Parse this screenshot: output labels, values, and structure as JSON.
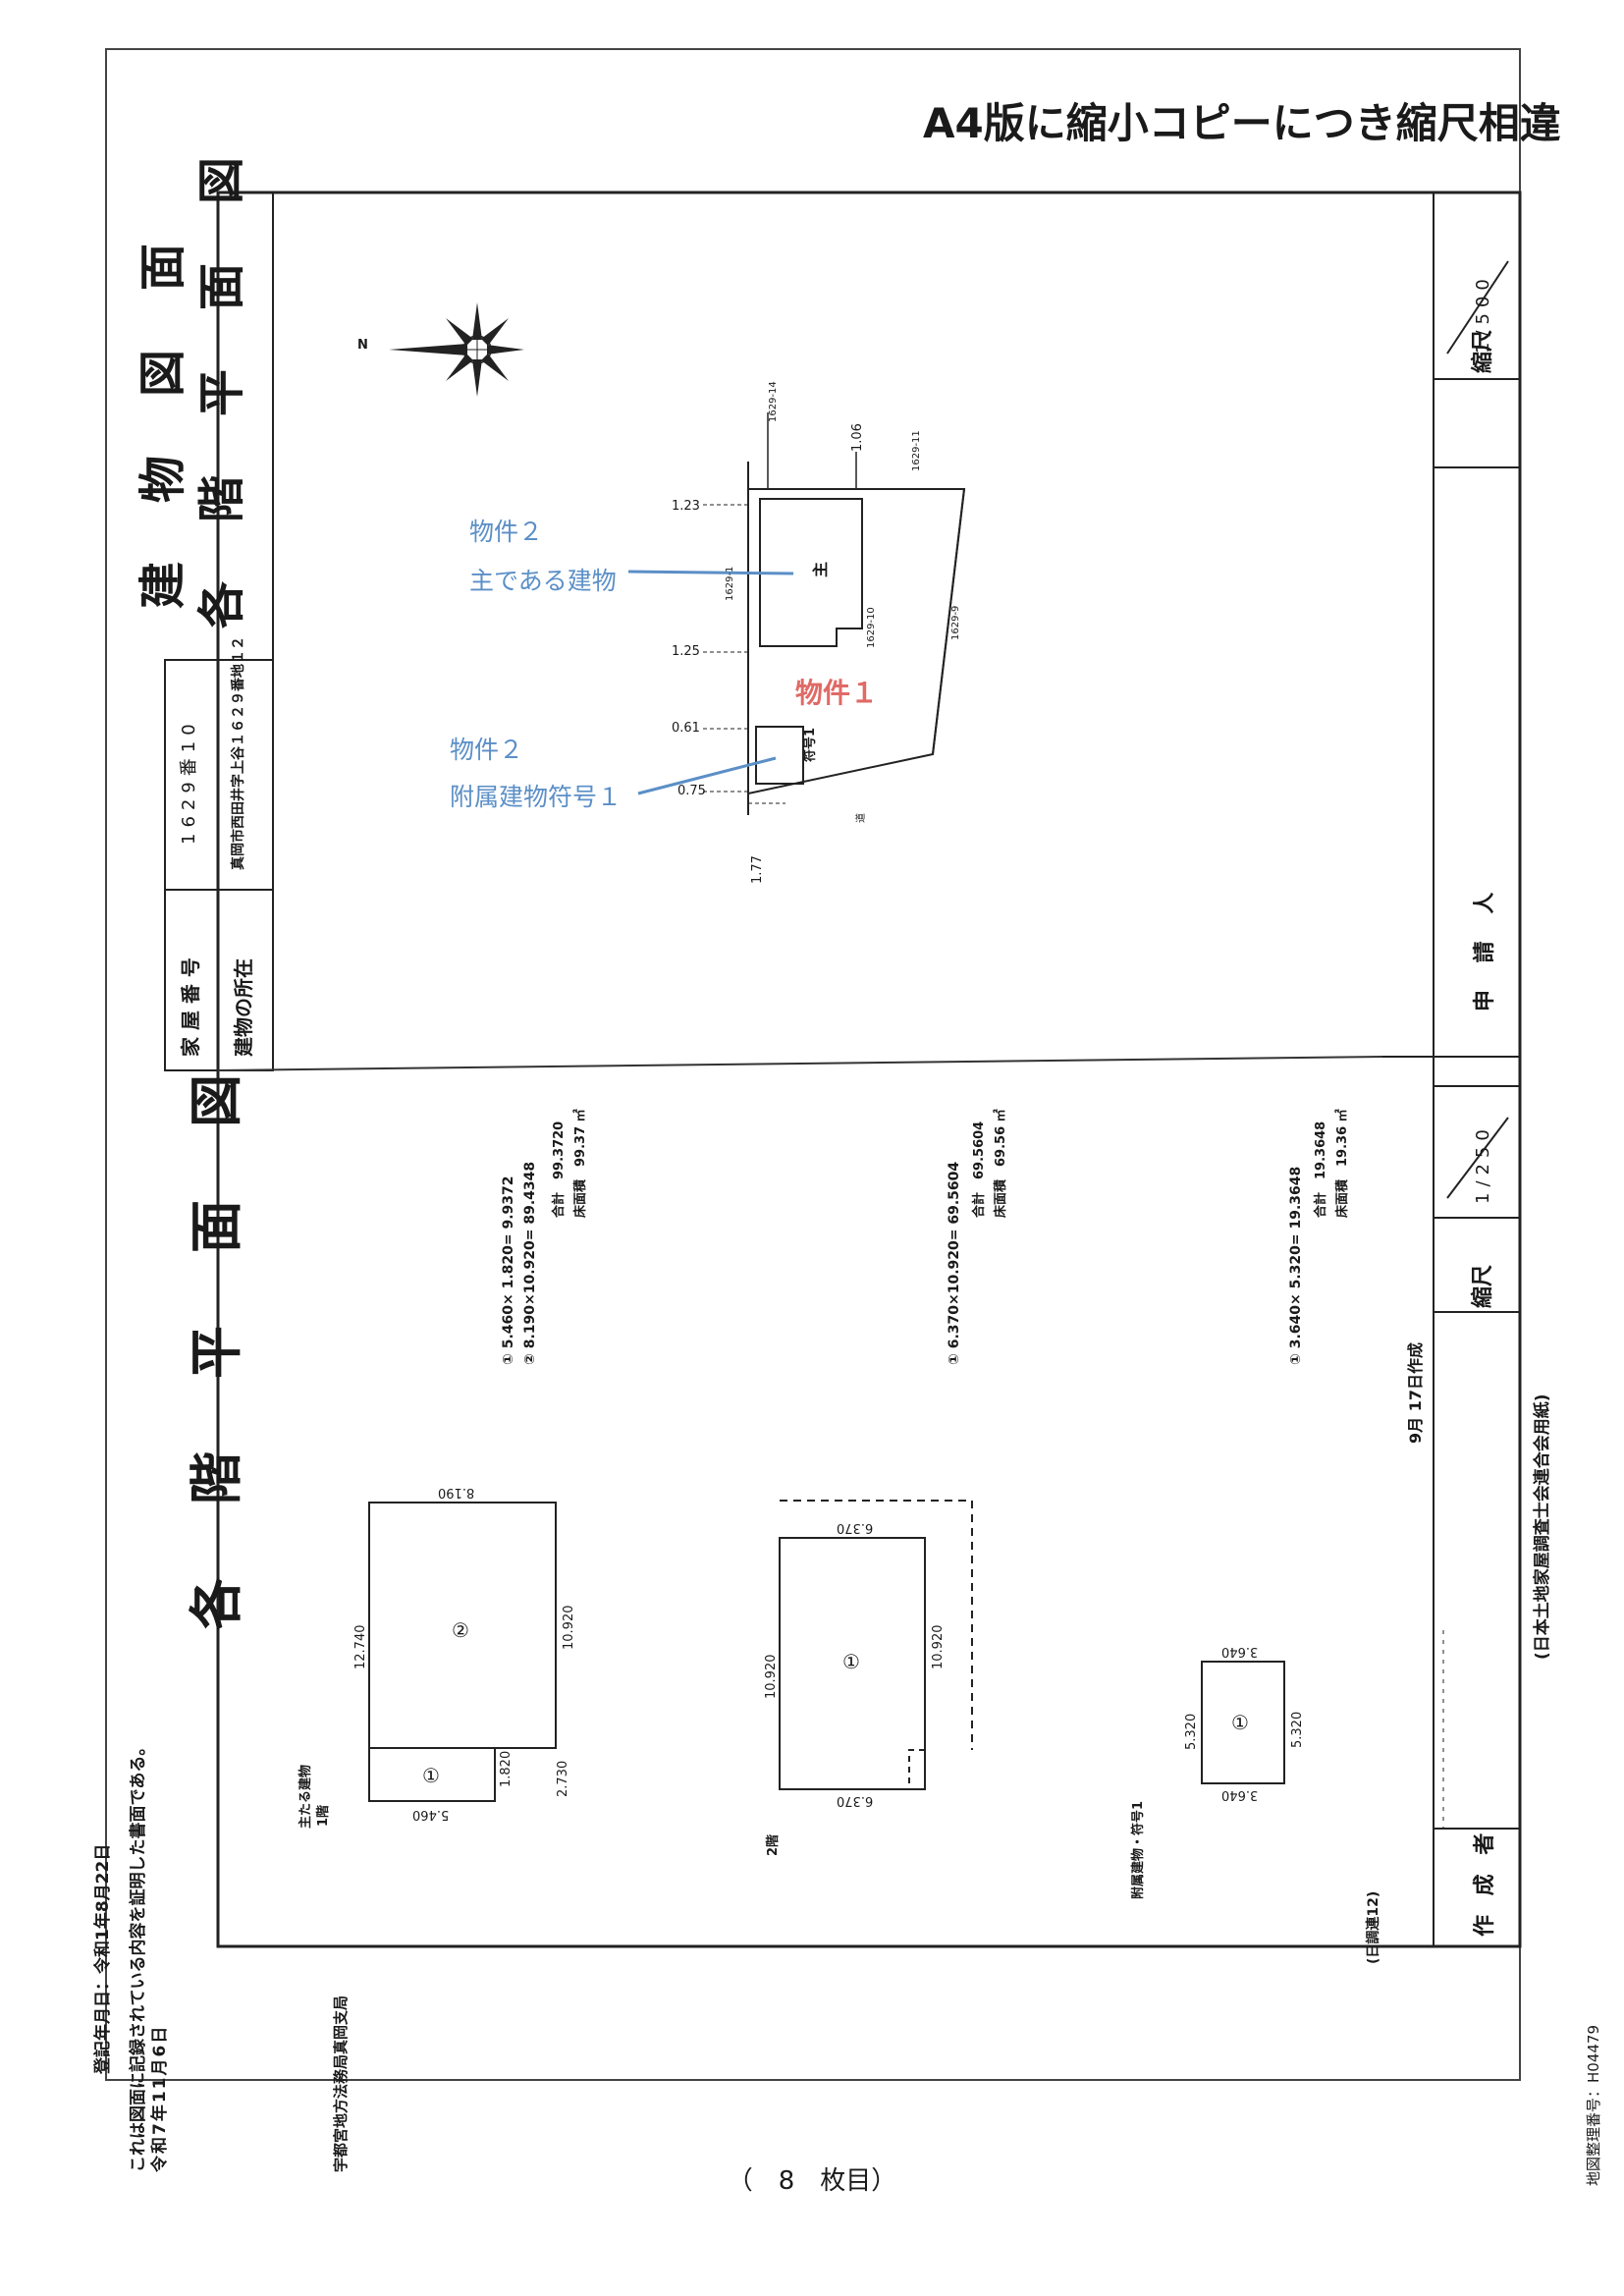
{
  "header": {
    "notice": "A4版に縮小コピーにつき縮尺相違"
  },
  "title": {
    "line1": "建　物　図　面",
    "line2": "各　階　平　面　図"
  },
  "property_info": {
    "house_number_label": "家 屋 番 号",
    "house_number_value": "1629番10",
    "location_label": "建物の所在",
    "location_value": "真岡市西田井字上谷１６２９番地１２"
  },
  "section_title": "各　階　平　面　図",
  "scale_top": {
    "label": "縮尺",
    "value": "1/500"
  },
  "scale_bottom": {
    "label": "縮尺",
    "value": "1/250"
  },
  "applicant_label": "申 請 人",
  "creator_label": "作 成 者",
  "creation_date": "9月 17日作成",
  "paper_note": "(日本土地家屋調査士会連合会用紙)",
  "paper_code": "(日調連12)",
  "registration_date": "登記年月日：令和1年8月22日",
  "certification": {
    "line1": "これは図面に記録されている内容を証明した書面である。",
    "date": "令和7年11月6日",
    "office": "宇都宮地方法務局真岡支局"
  },
  "map_number": "地図整理番号：H04479",
  "page_number": "（　8　枚目）",
  "annotations": {
    "prop2_main_a": "物件２",
    "prop2_main_b": "主である建物",
    "prop1": "物件１",
    "prop2_annex_a": "物件２",
    "prop2_annex_b": "附属建物符号１"
  },
  "site_plan": {
    "north": "N",
    "lots": [
      "1629-14",
      "1629-11",
      "1629-1",
      "1629-10",
      "1629-9"
    ],
    "distances": [
      "1.23",
      "1.25",
      "0.61",
      "0.75",
      "1.77",
      "1.06"
    ],
    "main_label": "主",
    "annex_label": "符号1",
    "road_label": "道"
  },
  "calculations": {
    "main": {
      "row1": "① 5.460× 1.820= 9.9372",
      "row2": "② 8.190×10.920= 89.4348",
      "total": "合計　99.3720",
      "floor_area": "床面積　99.37 ㎡"
    },
    "second": {
      "row1": "① 6.370×10.920= 69.5604",
      "total": "合計　69.5604",
      "floor_area": "床面積　69.56 ㎡"
    },
    "annex": {
      "row1": "① 3.640× 5.320= 19.3648",
      "total": "合計　19.3648",
      "floor_area": "床面積　19.36 ㎡"
    }
  },
  "floor_plans": {
    "main": {
      "title": "主たる建物",
      "floor": "1階",
      "dims": [
        "8.190",
        "12.740",
        "10.920",
        "5.460",
        "1.820",
        "2.730"
      ],
      "marks": [
        "②",
        "①"
      ]
    },
    "second": {
      "floor": "2階",
      "dims": [
        "6.370",
        "10.920",
        "10.920",
        "6.370"
      ],
      "marks": [
        "①"
      ]
    },
    "annex": {
      "title": "附属建物・符号1",
      "dims": [
        "3.640",
        "5.320",
        "5.320",
        "3.640"
      ],
      "marks": [
        "①"
      ]
    }
  }
}
